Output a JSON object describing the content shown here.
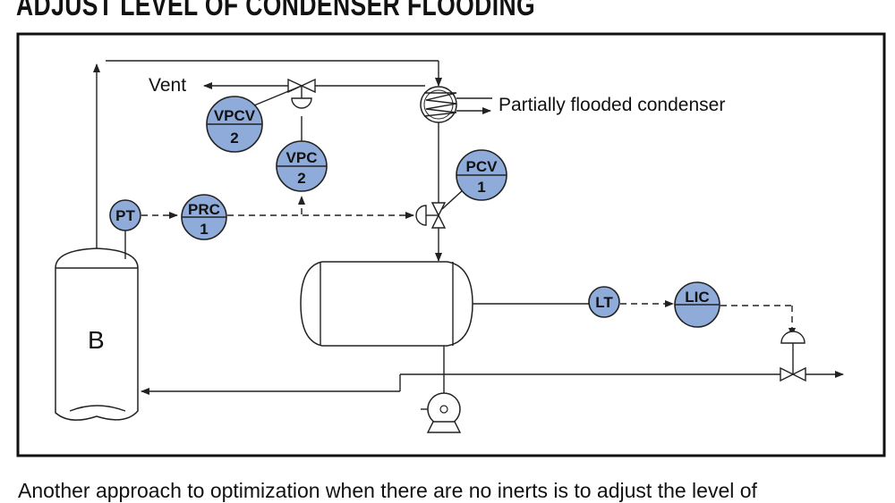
{
  "heading": "ADJUST LEVEL OF CONDENSER FLOODING",
  "caption": "Another approach to optimization when there are no inerts is to adjust the level of",
  "labels": {
    "vent": "Vent",
    "condenser": "Partially flooded condenser",
    "column": "B"
  },
  "instruments": {
    "vpcv": {
      "line1": "VPCV",
      "line2": "2"
    },
    "vpc": {
      "line1": "VPC",
      "line2": "2"
    },
    "pcv": {
      "line1": "PCV",
      "line2": "1"
    },
    "pt": {
      "line1": "PT"
    },
    "prc": {
      "line1": "PRC",
      "line2": "1"
    },
    "lt": {
      "line1": "LT"
    },
    "lic": {
      "line1": "LIC"
    }
  },
  "colors": {
    "instrument_fill": "#8fabd9",
    "line": "#222222"
  }
}
